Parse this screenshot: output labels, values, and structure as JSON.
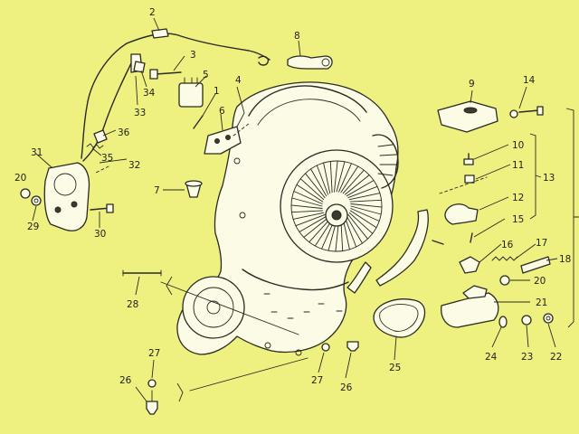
{
  "part_numbers": {
    "p1": "1",
    "p2": "2",
    "p3": "3",
    "p4": "4",
    "p5": "5",
    "p6": "6",
    "p7": "7",
    "p8": "8",
    "p9": "9",
    "p10": "10",
    "p11": "11",
    "p12": "12",
    "p13": "13",
    "p14": "14",
    "p15": "15",
    "p16": "16",
    "p17": "17",
    "p18": "18",
    "p20": "20",
    "p21": "21",
    "p22": "22",
    "p23": "23",
    "p24": "24",
    "p25": "25",
    "p26": "26",
    "p27": "27",
    "p28": "28",
    "p29": "29",
    "p30": "30",
    "p31": "31",
    "p32": "32",
    "p33": "33",
    "p34": "34",
    "p35": "35",
    "p36": "36",
    "p20b": "20",
    "p26b": "26",
    "p27b": "27"
  },
  "colors": {
    "background": "#eef17f",
    "ink": "#2a2a22",
    "paper": "#fbfbe6"
  }
}
